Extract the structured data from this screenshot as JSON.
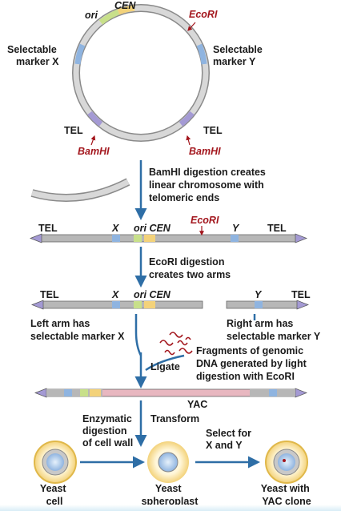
{
  "colors": {
    "blue": "#2e6ea6",
    "bar_gray": "#b7b7b7",
    "red": "#a3161d",
    "pink": "#e8b7c0",
    "marker_blue": "#8fb4e0",
    "ori_green": "#c8e08a",
    "cen_yellow": "#f3d27a",
    "tel_purple": "#a49ad4",
    "ring_outer": "#8a8a8a",
    "ring_inner": "#d8d8d8"
  },
  "plasmid": {
    "ori": "ori",
    "cen": "CEN",
    "ecori": "EcoRI",
    "marker_x_line1": "Selectable",
    "marker_x_line2": "marker X",
    "marker_y_line1": "Selectable",
    "marker_y_line2": "marker Y",
    "tel_left": "TEL",
    "tel_right": "TEL",
    "bamhi_left": "BamHI",
    "bamhi_right": "BamHI"
  },
  "step1": {
    "line1": "BamHI digestion creates",
    "line2": "linear chromosome with",
    "line3": "telomeric ends"
  },
  "linear": {
    "tel_left": "TEL",
    "x": "X",
    "ori_cen": "ori CEN",
    "ecori": "EcoRI",
    "y": "Y",
    "tel_right": "TEL"
  },
  "step2": {
    "line1": "EcoRI digestion",
    "line2": "creates two arms"
  },
  "arms": {
    "tel_left": "TEL",
    "x": "X",
    "ori_cen": "ori CEN",
    "y": "Y",
    "tel_right": "TEL",
    "left_line1": "Left arm has",
    "left_line2": "selectable marker X",
    "right_line1": "Right arm has",
    "right_line2": "selectable marker Y"
  },
  "fragments": {
    "line1": "Fragments of genomic",
    "line2": "DNA generated by light",
    "line3": "digestion with EcoRI"
  },
  "ligate": "Ligate",
  "yac": "YAC",
  "bottom": {
    "transform": "Transform",
    "enzymatic_line1": "Enzymatic",
    "enzymatic_line2": "digestion",
    "enzymatic_line3": "of cell wall",
    "select_line1": "Select for",
    "select_line2": "X and Y",
    "cell1_line1": "Yeast",
    "cell1_line2": "cell",
    "cell2_line1": "Yeast",
    "cell2_line2": "spheroplast",
    "cell3_line1": "Yeast with",
    "cell3_line2": "YAC clone"
  }
}
